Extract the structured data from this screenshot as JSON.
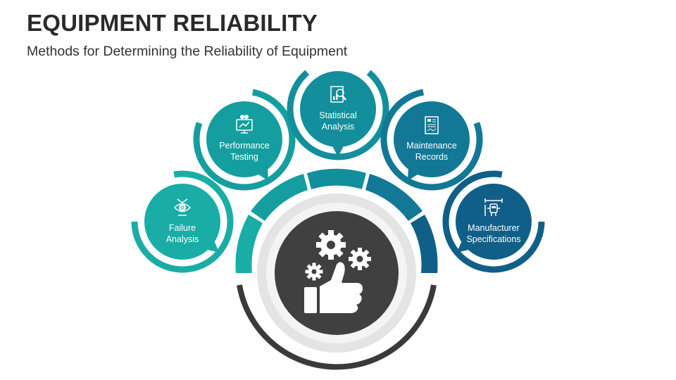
{
  "header": {
    "title": "EQUIPMENT RELIABILITY",
    "subtitle": "Methods for Determining the Reliability of Equipment"
  },
  "center": {
    "icon": "gears-thumbs-up-icon",
    "color": "#404040"
  },
  "methods": [
    {
      "label_line1": "Failure",
      "label_line2": "Analysis",
      "icon": "eye-gear-icon",
      "color": "#1aada6"
    },
    {
      "label_line1": "Performance",
      "label_line2": "Testing",
      "icon": "monitor-chart-icon",
      "color": "#159e9f"
    },
    {
      "label_line1": "Statistical",
      "label_line2": "Analysis",
      "icon": "report-magnifier-icon",
      "color": "#128e9c"
    },
    {
      "label_line1": "Maintenance",
      "label_line2": "Records",
      "icon": "document-checklist-icon",
      "color": "#117895"
    },
    {
      "label_line1": "Manufacturer",
      "label_line2": "Specifications",
      "icon": "blueprint-robot-icon",
      "color": "#105f88"
    }
  ]
}
